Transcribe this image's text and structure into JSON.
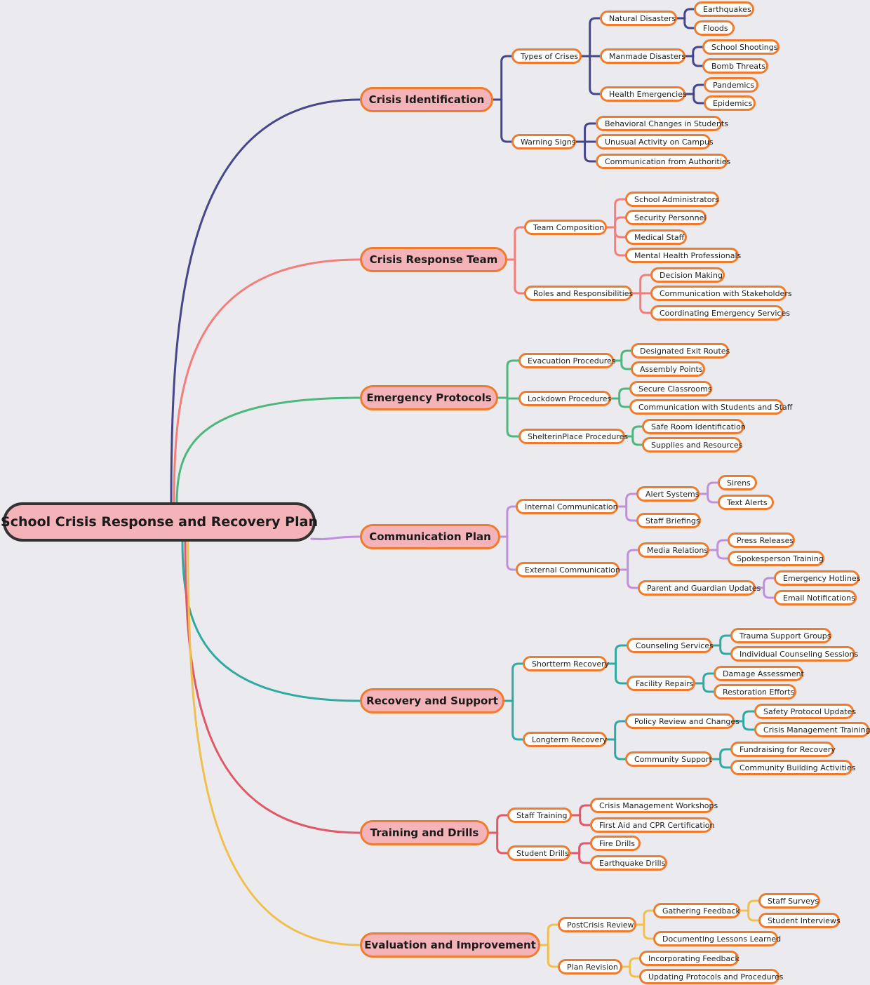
{
  "root": "School Crisis Response and Recovery Plan",
  "branches": [
    {
      "label": "Crisis Identification",
      "color": "#45478a",
      "children": [
        {
          "label": "Types of Crises",
          "children": [
            {
              "label": "Natural Disasters",
              "children": [
                {
                  "label": "Earthquakes"
                },
                {
                  "label": "Floods"
                }
              ]
            },
            {
              "label": "Manmade Disasters",
              "children": [
                {
                  "label": "School Shootings"
                },
                {
                  "label": "Bomb Threats"
                }
              ]
            },
            {
              "label": "Health Emergencies",
              "children": [
                {
                  "label": "Pandemics"
                },
                {
                  "label": "Epidemics"
                }
              ]
            }
          ]
        },
        {
          "label": "Warning Signs",
          "children": [
            {
              "label": "Behavioral Changes in Students"
            },
            {
              "label": "Unusual Activity on Campus"
            },
            {
              "label": "Communication from Authorities"
            }
          ]
        }
      ]
    },
    {
      "label": "Crisis Response Team",
      "color": "#f47e7b",
      "children": [
        {
          "label": "Team Composition",
          "children": [
            {
              "label": "School Administrators"
            },
            {
              "label": "Security Personnel"
            },
            {
              "label": "Medical Staff"
            },
            {
              "label": "Mental Health Professionals"
            }
          ]
        },
        {
          "label": "Roles and Responsibilities",
          "children": [
            {
              "label": "Decision Making"
            },
            {
              "label": "Communication with Stakeholders"
            },
            {
              "label": "Coordinating Emergency Services"
            }
          ]
        }
      ]
    },
    {
      "label": "Emergency Protocols",
      "color": "#4db77e",
      "children": [
        {
          "label": "Evacuation Procedures",
          "children": [
            {
              "label": "Designated Exit Routes"
            },
            {
              "label": "Assembly Points"
            }
          ]
        },
        {
          "label": "Lockdown Procedures",
          "children": [
            {
              "label": "Secure Classrooms"
            },
            {
              "label": "Communication with Students and Staff"
            }
          ]
        },
        {
          "label": "ShelterinPlace Procedures",
          "children": [
            {
              "label": "Safe Room Identification"
            },
            {
              "label": "Supplies and Resources"
            }
          ]
        }
      ]
    },
    {
      "label": "Communication Plan",
      "color": "#c090dc",
      "children": [
        {
          "label": "Internal Communication",
          "children": [
            {
              "label": "Alert Systems",
              "children": [
                {
                  "label": "Sirens"
                },
                {
                  "label": "Text Alerts"
                }
              ]
            },
            {
              "label": "Staff Briefings"
            }
          ]
        },
        {
          "label": "External Communication",
          "children": [
            {
              "label": "Media Relations",
              "children": [
                {
                  "label": "Press Releases"
                },
                {
                  "label": "Spokesperson Training"
                }
              ]
            },
            {
              "label": "Parent and Guardian Updates",
              "children": [
                {
                  "label": "Emergency Hotlines"
                },
                {
                  "label": "Email Notifications"
                }
              ]
            }
          ]
        }
      ]
    },
    {
      "label": "Recovery and Support",
      "color": "#30a9a3",
      "children": [
        {
          "label": "Shortterm Recovery",
          "children": [
            {
              "label": "Counseling Services",
              "children": [
                {
                  "label": "Trauma Support Groups"
                },
                {
                  "label": "Individual Counseling Sessions"
                }
              ]
            },
            {
              "label": "Facility Repairs",
              "children": [
                {
                  "label": "Damage Assessment"
                },
                {
                  "label": "Restoration Efforts"
                }
              ]
            }
          ]
        },
        {
          "label": "Longterm Recovery",
          "children": [
            {
              "label": "Policy Review and Changes",
              "children": [
                {
                  "label": "Safety Protocol Updates"
                },
                {
                  "label": "Crisis Management Training"
                }
              ]
            },
            {
              "label": "Community Support",
              "children": [
                {
                  "label": "Fundraising for Recovery"
                },
                {
                  "label": "Community Building Activities"
                }
              ]
            }
          ]
        }
      ]
    },
    {
      "label": "Training and Drills",
      "color": "#e25768",
      "children": [
        {
          "label": "Staff Training",
          "children": [
            {
              "label": "Crisis Management Workshops"
            },
            {
              "label": "First Aid and CPR Certification"
            }
          ]
        },
        {
          "label": "Student Drills",
          "children": [
            {
              "label": "Fire Drills"
            },
            {
              "label": "Earthquake Drills"
            }
          ]
        }
      ]
    },
    {
      "label": "Evaluation and Improvement",
      "color": "#f0c04f",
      "children": [
        {
          "label": "PostCrisis Review",
          "children": [
            {
              "label": "Gathering Feedback",
              "children": [
                {
                  "label": "Staff Surveys"
                },
                {
                  "label": "Student Interviews"
                }
              ]
            },
            {
              "label": "Documenting Lessons Learned"
            }
          ]
        },
        {
          "label": "Plan Revision",
          "children": [
            {
              "label": "Incorporating Feedback"
            },
            {
              "label": "Updating Protocols and Procedures"
            }
          ]
        }
      ]
    }
  ]
}
